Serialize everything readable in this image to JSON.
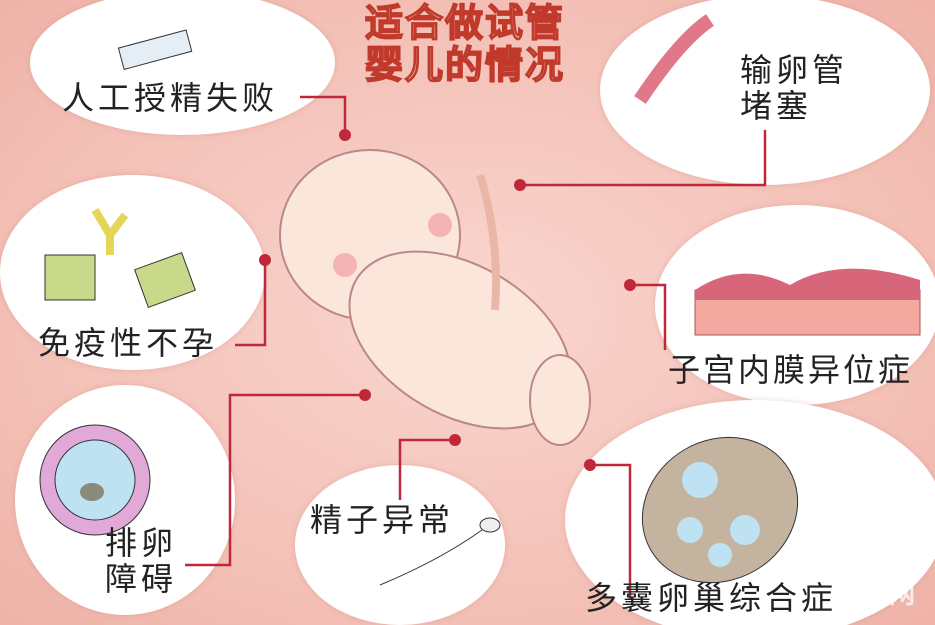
{
  "title": {
    "line1": "适合做试管",
    "line2": "婴儿的情况"
  },
  "items": [
    {
      "label": "人工授精失败"
    },
    {
      "label_line1": "输卵管",
      "label_line2": "堵塞"
    },
    {
      "label": "免疫性不孕"
    },
    {
      "label": "子宫内膜异位症"
    },
    {
      "label_line1": "排卵",
      "label_line2": "障碍"
    },
    {
      "label": "精子异常"
    },
    {
      "label": "多囊卵巢综合症"
    }
  ],
  "watermark": "孕网",
  "colors": {
    "background": "#f3bfb5",
    "connector": "#c0283a",
    "bubble": "#ffffff"
  }
}
